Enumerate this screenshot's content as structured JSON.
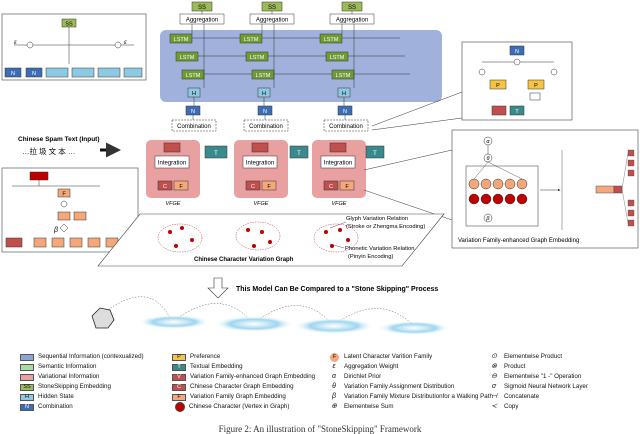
{
  "labels": {
    "ss": "SS",
    "aggregation": "Aggregation",
    "lstm": "LSTM",
    "h": "H",
    "n": "N",
    "combination": "Combination",
    "integration": "Integration",
    "vfge": "VFGE",
    "t": "T",
    "c": "C",
    "f": "F",
    "p": "P",
    "input_title": "Chinese Spam Text (Input)",
    "input_chars": "…拉 圾 文 本 …",
    "glyph_relation": "Glyph Variation Relation",
    "glyph_relation_sub": "(Stroke or Zhengma Encoding)",
    "phonetic_relation": "Phonetic Variation Relation",
    "phonetic_relation_sub": "(Pinyin Encoding)",
    "graph_title": "Chinese Character Variation Graph",
    "vfge_title": "Variation Family-enhanced Graph Embedding",
    "stone_title": "This Model Can Be Compared to a \"Stone Skipping\" Process"
  },
  "legend_left": [
    {
      "swatch": "",
      "color": "#8fa4d6",
      "text": "Sequential Information (contexualized)"
    },
    {
      "swatch": "",
      "color": "#a9dba3",
      "text": "Semantic Information"
    },
    {
      "swatch": "",
      "color": "#e8a0a0",
      "text": "Variational Information"
    },
    {
      "swatch": "SS",
      "color": "#9bbb59",
      "text": "StoneSkipping Embedding"
    },
    {
      "swatch": "H",
      "color": "#8ec9e3",
      "text": "Hidden State"
    },
    {
      "swatch": "N",
      "color": "#3d6eb5",
      "text": "Combination"
    }
  ],
  "legend_mid": [
    {
      "swatch": "P",
      "color": "#f6c342",
      "text": "Preference"
    },
    {
      "swatch": "T",
      "color": "#3a8a8c",
      "text": "Textual Embedding"
    },
    {
      "swatch": "V",
      "color": "#c0504d",
      "text": "Variation Family-enhanced Graph Embedding"
    },
    {
      "swatch": "C",
      "color": "#c0504d",
      "text": "Chinese Character Graph Embedding"
    },
    {
      "swatch": "F",
      "color": "#f4a77a",
      "text": "Variation Family Graph Embedding"
    },
    {
      "swatch": "",
      "color": "#c00000",
      "text": "Chinese Character (Vertex in Graph)"
    }
  ],
  "legend_greek": [
    {
      "sym": "F",
      "text": "Latent Character Varition Family"
    },
    {
      "sym": "ε",
      "text": "Aggregation Weight"
    },
    {
      "sym": "α",
      "text": "Dirichlet Prior"
    },
    {
      "sym": "θ",
      "text": "Variation Family Assignment Distribution"
    },
    {
      "sym": "β",
      "text": "Variation Family Mixture Distributionfor a Walking Path"
    },
    {
      "sym": "⊕",
      "text": "Elementwise Sum"
    }
  ],
  "legend_ops": [
    {
      "sym": "⊙",
      "text": "Elementwise Product"
    },
    {
      "sym": "⊗",
      "text": "Product"
    },
    {
      "sym": "⊖",
      "text": "Elementwise \"1 -\" Operation"
    },
    {
      "sym": "σ",
      "text": "Sigmoid Neural Network Layer"
    },
    {
      "sym": "⊣",
      "text": "Concatenate"
    },
    {
      "sym": "≺",
      "text": "Copy"
    }
  ],
  "caption": "Figure 2: An illustration of \"StoneSkipping\" Framework"
}
